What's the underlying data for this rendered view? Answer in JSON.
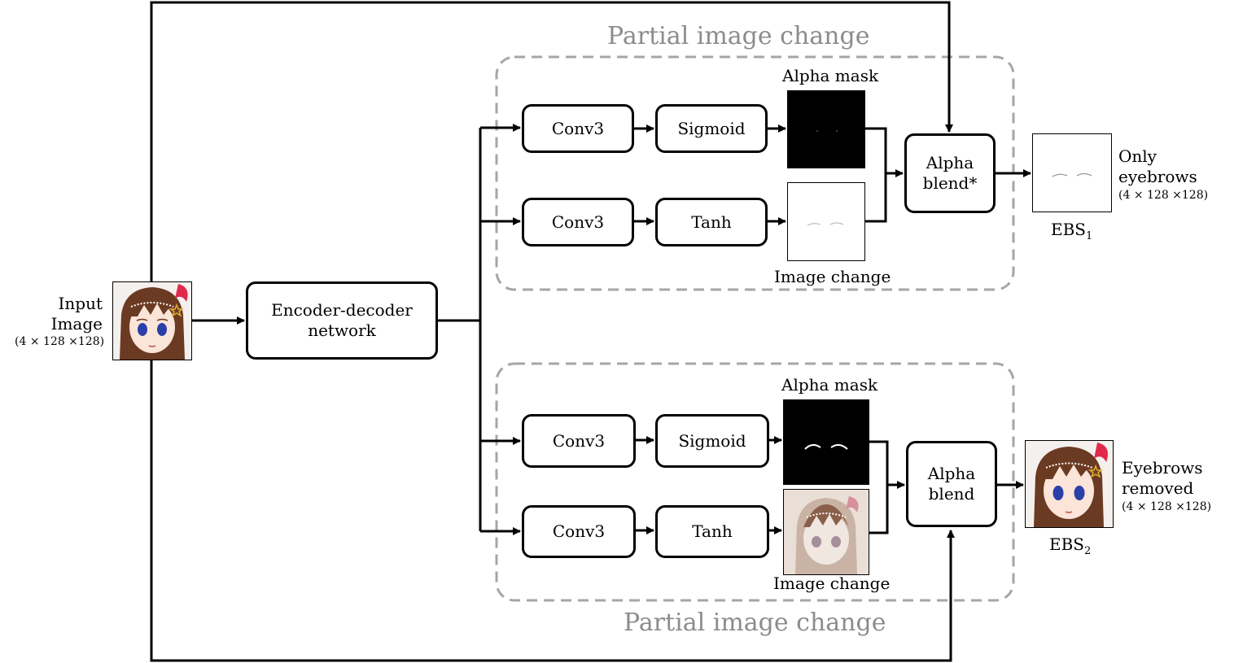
{
  "input": {
    "label_line1": "Input",
    "label_line2": "Image",
    "dims": "(4 × 128 ×128)",
    "thumb_icon": "anime-face-image"
  },
  "encoder": {
    "line1": "Encoder-decoder",
    "line2": "network"
  },
  "top_group": {
    "title": "Partial image change",
    "conv_a": "Conv3",
    "sigmoid": "Sigmoid",
    "conv_b": "Conv3",
    "tanh": "Tanh",
    "alpha_mask_label": "Alpha mask",
    "image_change_label": "Image change",
    "blend_line1": "Alpha",
    "blend_line2": "blend*",
    "output_name": "EBS",
    "output_sub": "1",
    "output_desc_line1": "Only",
    "output_desc_line2": "eyebrows",
    "output_dims": "(4 × 128 ×128)"
  },
  "bottom_group": {
    "title": "Partial image change",
    "conv_a": "Conv3",
    "sigmoid": "Sigmoid",
    "conv_b": "Conv3",
    "tanh": "Tanh",
    "alpha_mask_label": "Alpha mask",
    "image_change_label": "Image change",
    "blend_line1": "Alpha",
    "blend_line2": "blend",
    "output_name": "EBS",
    "output_sub": "2",
    "output_desc_line1": "Eyebrows",
    "output_desc_line2": "removed",
    "output_dims": "(4 × 128 ×128)"
  },
  "colors": {
    "line": "#000000",
    "dashed_group": "#a6a6a6",
    "group_title": "#8c8c8c",
    "mask_bg": "#000000"
  }
}
